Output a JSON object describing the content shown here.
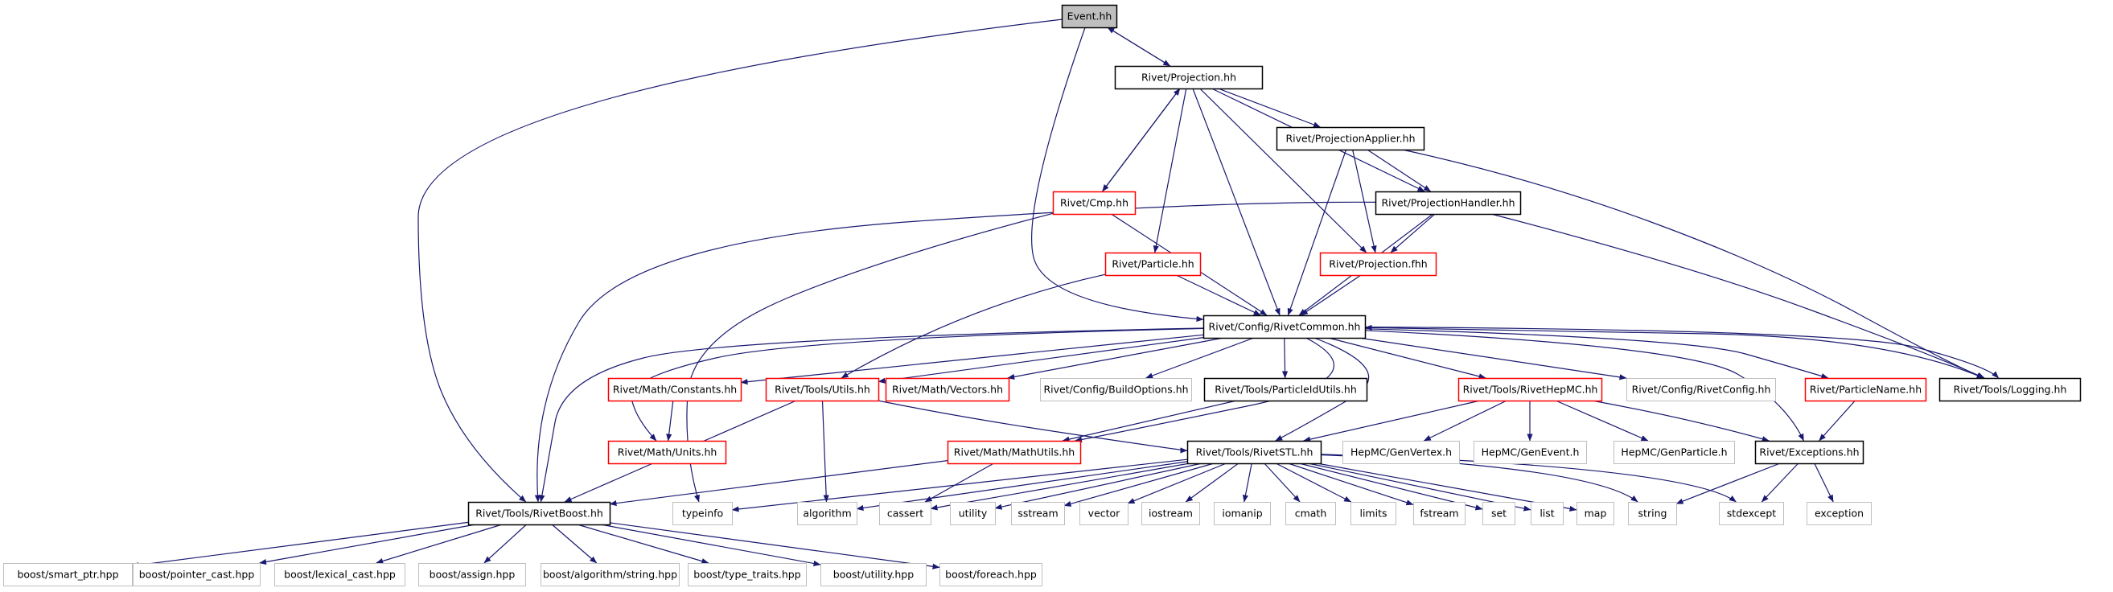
{
  "graph": {
    "colors": {
      "edge": "#191970",
      "border_normal": "#000000",
      "border_truncated": "#ff0000",
      "border_system": "#bfbfbf",
      "root_fill": "#bfbfbf",
      "text": "#000000"
    },
    "nodes": [
      {
        "id": "event_hh",
        "label": "Event.hh",
        "kind": "root"
      },
      {
        "id": "projection_hh",
        "label": "Rivet/Projection.hh",
        "kind": "normal"
      },
      {
        "id": "projectionapplier_hh",
        "label": "Rivet/ProjectionApplier.hh",
        "kind": "normal"
      },
      {
        "id": "cmp_hh",
        "label": "Rivet/Cmp.hh",
        "kind": "truncated"
      },
      {
        "id": "projectionhandler_hh",
        "label": "Rivet/ProjectionHandler.hh",
        "kind": "normal"
      },
      {
        "id": "particle_hh",
        "label": "Rivet/Particle.hh",
        "kind": "truncated"
      },
      {
        "id": "projection_fhh",
        "label": "Rivet/Projection.fhh",
        "kind": "truncated"
      },
      {
        "id": "rivetcommon_hh",
        "label": "Rivet/Config/RivetCommon.hh",
        "kind": "normal"
      },
      {
        "id": "constants_hh",
        "label": "Rivet/Math/Constants.hh",
        "kind": "truncated"
      },
      {
        "id": "utils_hh",
        "label": "Rivet/Tools/Utils.hh",
        "kind": "truncated"
      },
      {
        "id": "vectors_hh",
        "label": "Rivet/Math/Vectors.hh",
        "kind": "truncated"
      },
      {
        "id": "buildoptions_hh",
        "label": "Rivet/Config/BuildOptions.hh",
        "kind": "system"
      },
      {
        "id": "particleidutils_hh",
        "label": "Rivet/Tools/ParticleIdUtils.hh",
        "kind": "normal"
      },
      {
        "id": "rivethepmc_hh",
        "label": "Rivet/Tools/RivetHepMC.hh",
        "kind": "truncated"
      },
      {
        "id": "rivetconfig_hh",
        "label": "Rivet/Config/RivetConfig.hh",
        "kind": "system"
      },
      {
        "id": "particlename_hh",
        "label": "Rivet/ParticleName.hh",
        "kind": "truncated"
      },
      {
        "id": "logging_hh",
        "label": "Rivet/Tools/Logging.hh",
        "kind": "normal"
      },
      {
        "id": "units_hh",
        "label": "Rivet/Math/Units.hh",
        "kind": "truncated"
      },
      {
        "id": "mathutils_hh",
        "label": "Rivet/Math/MathUtils.hh",
        "kind": "truncated"
      },
      {
        "id": "rivetstl_hh",
        "label": "Rivet/Tools/RivetSTL.hh",
        "kind": "normal"
      },
      {
        "id": "genvertex_h",
        "label": "HepMC/GenVertex.h",
        "kind": "system"
      },
      {
        "id": "genevent_h",
        "label": "HepMC/GenEvent.h",
        "kind": "system"
      },
      {
        "id": "genparticle_h",
        "label": "HepMC/GenParticle.h",
        "kind": "system"
      },
      {
        "id": "exceptions_hh",
        "label": "Rivet/Exceptions.hh",
        "kind": "normal"
      },
      {
        "id": "rivetboost_hh",
        "label": "Rivet/Tools/RivetBoost.hh",
        "kind": "normal"
      },
      {
        "id": "typeinfo",
        "label": "typeinfo",
        "kind": "system"
      },
      {
        "id": "algorithm",
        "label": "algorithm",
        "kind": "system"
      },
      {
        "id": "cassert",
        "label": "cassert",
        "kind": "system"
      },
      {
        "id": "utility",
        "label": "utility",
        "kind": "system"
      },
      {
        "id": "sstream",
        "label": "sstream",
        "kind": "system"
      },
      {
        "id": "vector",
        "label": "vector",
        "kind": "system"
      },
      {
        "id": "iostream",
        "label": "iostream",
        "kind": "system"
      },
      {
        "id": "iomanip",
        "label": "iomanip",
        "kind": "system"
      },
      {
        "id": "cmath",
        "label": "cmath",
        "kind": "system"
      },
      {
        "id": "limits",
        "label": "limits",
        "kind": "system"
      },
      {
        "id": "fstream",
        "label": "fstream",
        "kind": "system"
      },
      {
        "id": "set",
        "label": "set",
        "kind": "system"
      },
      {
        "id": "list",
        "label": "list",
        "kind": "system"
      },
      {
        "id": "map",
        "label": "map",
        "kind": "system"
      },
      {
        "id": "string",
        "label": "string",
        "kind": "system"
      },
      {
        "id": "stdexcept",
        "label": "stdexcept",
        "kind": "system"
      },
      {
        "id": "exception",
        "label": "exception",
        "kind": "system"
      },
      {
        "id": "smart_ptr",
        "label": "boost/smart_ptr.hpp",
        "kind": "system"
      },
      {
        "id": "pointer_cast",
        "label": "boost/pointer_cast.hpp",
        "kind": "system"
      },
      {
        "id": "lexical_cast",
        "label": "boost/lexical_cast.hpp",
        "kind": "system"
      },
      {
        "id": "assign",
        "label": "boost/assign.hpp",
        "kind": "system"
      },
      {
        "id": "algo_string",
        "label": "boost/algorithm/string.hpp",
        "kind": "system"
      },
      {
        "id": "type_traits",
        "label": "boost/type_traits.hpp",
        "kind": "system"
      },
      {
        "id": "boost_utility",
        "label": "boost/utility.hpp",
        "kind": "system"
      },
      {
        "id": "foreach",
        "label": "boost/foreach.hpp",
        "kind": "system"
      }
    ],
    "edges": [
      [
        "event_hh",
        "projection_hh"
      ],
      [
        "event_hh",
        "rivetcommon_hh"
      ],
      [
        "event_hh",
        "rivetboost_hh"
      ],
      [
        "projection_hh",
        "event_hh"
      ],
      [
        "projection_hh",
        "projectionapplier_hh"
      ],
      [
        "projection_hh",
        "projectionhandler_hh"
      ],
      [
        "projection_hh",
        "cmp_hh"
      ],
      [
        "projection_hh",
        "particle_hh"
      ],
      [
        "projection_hh",
        "projection_fhh"
      ],
      [
        "projection_hh",
        "rivetcommon_hh"
      ],
      [
        "projectionapplier_hh",
        "projectionhandler_hh"
      ],
      [
        "projectionapplier_hh",
        "projection_fhh"
      ],
      [
        "projectionapplier_hh",
        "rivetcommon_hh"
      ],
      [
        "projectionapplier_hh",
        "logging_hh"
      ],
      [
        "cmp_hh",
        "projection_hh"
      ],
      [
        "cmp_hh",
        "rivetcommon_hh"
      ],
      [
        "cmp_hh",
        "typeinfo"
      ],
      [
        "projectionhandler_hh",
        "projection_fhh"
      ],
      [
        "projectionhandler_hh",
        "rivetcommon_hh"
      ],
      [
        "projectionhandler_hh",
        "logging_hh"
      ],
      [
        "projectionhandler_hh",
        "rivetboost_hh"
      ],
      [
        "particle_hh",
        "rivetcommon_hh"
      ],
      [
        "particle_hh",
        "utils_hh"
      ],
      [
        "projection_fhh",
        "rivetcommon_hh"
      ],
      [
        "rivetcommon_hh",
        "constants_hh"
      ],
      [
        "rivetcommon_hh",
        "units_hh"
      ],
      [
        "rivetcommon_hh",
        "utils_hh"
      ],
      [
        "rivetcommon_hh",
        "vectors_hh"
      ],
      [
        "rivetcommon_hh",
        "buildoptions_hh"
      ],
      [
        "rivetcommon_hh",
        "particleidutils_hh"
      ],
      [
        "rivetcommon_hh",
        "rivethepmc_hh"
      ],
      [
        "rivetcommon_hh",
        "rivetconfig_hh"
      ],
      [
        "rivetcommon_hh",
        "particlename_hh"
      ],
      [
        "rivetcommon_hh",
        "logging_hh"
      ],
      [
        "rivetcommon_hh",
        "exceptions_hh"
      ],
      [
        "rivetcommon_hh",
        "mathutils_hh"
      ],
      [
        "rivetcommon_hh",
        "rivetstl_hh"
      ],
      [
        "rivetcommon_hh",
        "rivetboost_hh"
      ],
      [
        "logging_hh",
        "rivetcommon_hh"
      ],
      [
        "constants_hh",
        "units_hh"
      ],
      [
        "utils_hh",
        "rivetboost_hh"
      ],
      [
        "utils_hh",
        "algorithm"
      ],
      [
        "utils_hh",
        "rivetstl_hh"
      ],
      [
        "particleidutils_hh",
        "mathutils_hh"
      ],
      [
        "rivethepmc_hh",
        "rivetstl_hh"
      ],
      [
        "rivethepmc_hh",
        "genvertex_h"
      ],
      [
        "rivethepmc_hh",
        "genevent_h"
      ],
      [
        "rivethepmc_hh",
        "genparticle_h"
      ],
      [
        "rivethepmc_hh",
        "exceptions_hh"
      ],
      [
        "particlename_hh",
        "exceptions_hh"
      ],
      [
        "mathutils_hh",
        "rivetboost_hh"
      ],
      [
        "mathutils_hh",
        "cassert"
      ],
      [
        "exceptions_hh",
        "string"
      ],
      [
        "exceptions_hh",
        "stdexcept"
      ],
      [
        "exceptions_hh",
        "exception"
      ],
      [
        "rivetstl_hh",
        "typeinfo"
      ],
      [
        "rivetstl_hh",
        "algorithm"
      ],
      [
        "rivetstl_hh",
        "cassert"
      ],
      [
        "rivetstl_hh",
        "utility"
      ],
      [
        "rivetstl_hh",
        "sstream"
      ],
      [
        "rivetstl_hh",
        "vector"
      ],
      [
        "rivetstl_hh",
        "iostream"
      ],
      [
        "rivetstl_hh",
        "iomanip"
      ],
      [
        "rivetstl_hh",
        "cmath"
      ],
      [
        "rivetstl_hh",
        "limits"
      ],
      [
        "rivetstl_hh",
        "fstream"
      ],
      [
        "rivetstl_hh",
        "set"
      ],
      [
        "rivetstl_hh",
        "list"
      ],
      [
        "rivetstl_hh",
        "map"
      ],
      [
        "rivetstl_hh",
        "string"
      ],
      [
        "rivetstl_hh",
        "stdexcept"
      ],
      [
        "rivetboost_hh",
        "smart_ptr"
      ],
      [
        "rivetboost_hh",
        "pointer_cast"
      ],
      [
        "rivetboost_hh",
        "lexical_cast"
      ],
      [
        "rivetboost_hh",
        "assign"
      ],
      [
        "rivetboost_hh",
        "algo_string"
      ],
      [
        "rivetboost_hh",
        "type_traits"
      ],
      [
        "rivetboost_hh",
        "boost_utility"
      ],
      [
        "rivetboost_hh",
        "foreach"
      ]
    ]
  }
}
